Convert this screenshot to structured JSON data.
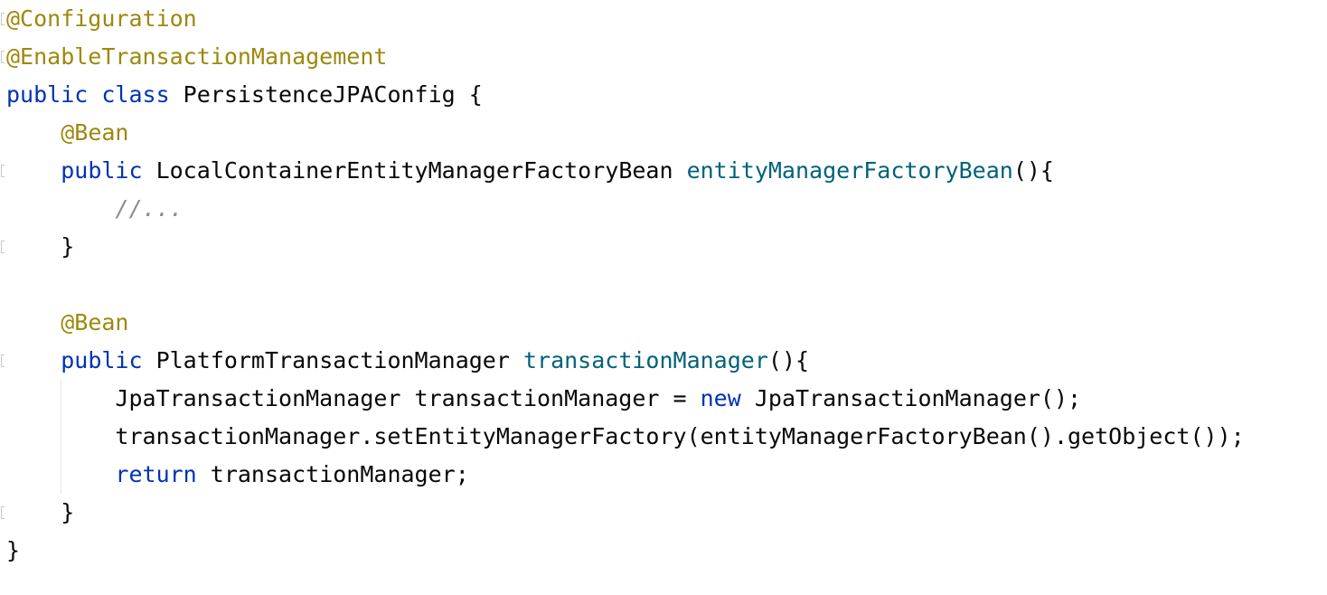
{
  "editor": {
    "lines": [
      {
        "tokens": [
          {
            "cls": "ann",
            "text": "@Configuration"
          }
        ],
        "fold": true
      },
      {
        "tokens": [
          {
            "cls": "ann",
            "text": "@EnableTransactionManagement"
          }
        ],
        "fold": true
      },
      {
        "tokens": [
          {
            "cls": "kw",
            "text": "public class "
          },
          {
            "cls": "plain",
            "text": "PersistenceJPAConfig {"
          }
        ],
        "fold": false
      },
      {
        "tokens": [
          {
            "cls": "plain",
            "text": "    "
          },
          {
            "cls": "ann",
            "text": "@Bean"
          }
        ],
        "fold": false
      },
      {
        "tokens": [
          {
            "cls": "plain",
            "text": "    "
          },
          {
            "cls": "kw",
            "text": "public "
          },
          {
            "cls": "plain",
            "text": "LocalContainerEntityManagerFactoryBean "
          },
          {
            "cls": "fn",
            "text": "entityManagerFactoryBean"
          },
          {
            "cls": "plain",
            "text": "(){"
          }
        ],
        "fold": true
      },
      {
        "tokens": [
          {
            "cls": "plain",
            "text": "        "
          },
          {
            "cls": "cmt",
            "text": "//..."
          }
        ],
        "fold": false
      },
      {
        "tokens": [
          {
            "cls": "plain",
            "text": "    }"
          }
        ],
        "fold": true
      },
      {
        "tokens": [
          {
            "cls": "plain",
            "text": ""
          }
        ],
        "fold": false
      },
      {
        "tokens": [
          {
            "cls": "plain",
            "text": "    "
          },
          {
            "cls": "ann",
            "text": "@Bean"
          }
        ],
        "fold": false
      },
      {
        "tokens": [
          {
            "cls": "plain",
            "text": "    "
          },
          {
            "cls": "kw",
            "text": "public "
          },
          {
            "cls": "plain",
            "text": "PlatformTransactionManager "
          },
          {
            "cls": "fn",
            "text": "transactionManager"
          },
          {
            "cls": "plain",
            "text": "(){"
          }
        ],
        "fold": true
      },
      {
        "tokens": [
          {
            "cls": "plain",
            "text": "        JpaTransactionManager transactionManager = "
          },
          {
            "cls": "kw",
            "text": "new "
          },
          {
            "cls": "plain",
            "text": "JpaTransactionManager();"
          }
        ],
        "fold": false
      },
      {
        "tokens": [
          {
            "cls": "plain",
            "text": "        transactionManager.setEntityManagerFactory(entityManagerFactoryBean().getObject());"
          }
        ],
        "fold": false
      },
      {
        "tokens": [
          {
            "cls": "plain",
            "text": "        "
          },
          {
            "cls": "kw",
            "text": "return "
          },
          {
            "cls": "plain",
            "text": "transactionManager;"
          }
        ],
        "fold": false
      },
      {
        "tokens": [
          {
            "cls": "plain",
            "text": "    }"
          }
        ],
        "fold": true
      },
      {
        "tokens": [
          {
            "cls": "plain",
            "text": "}"
          }
        ],
        "fold": false
      }
    ]
  }
}
